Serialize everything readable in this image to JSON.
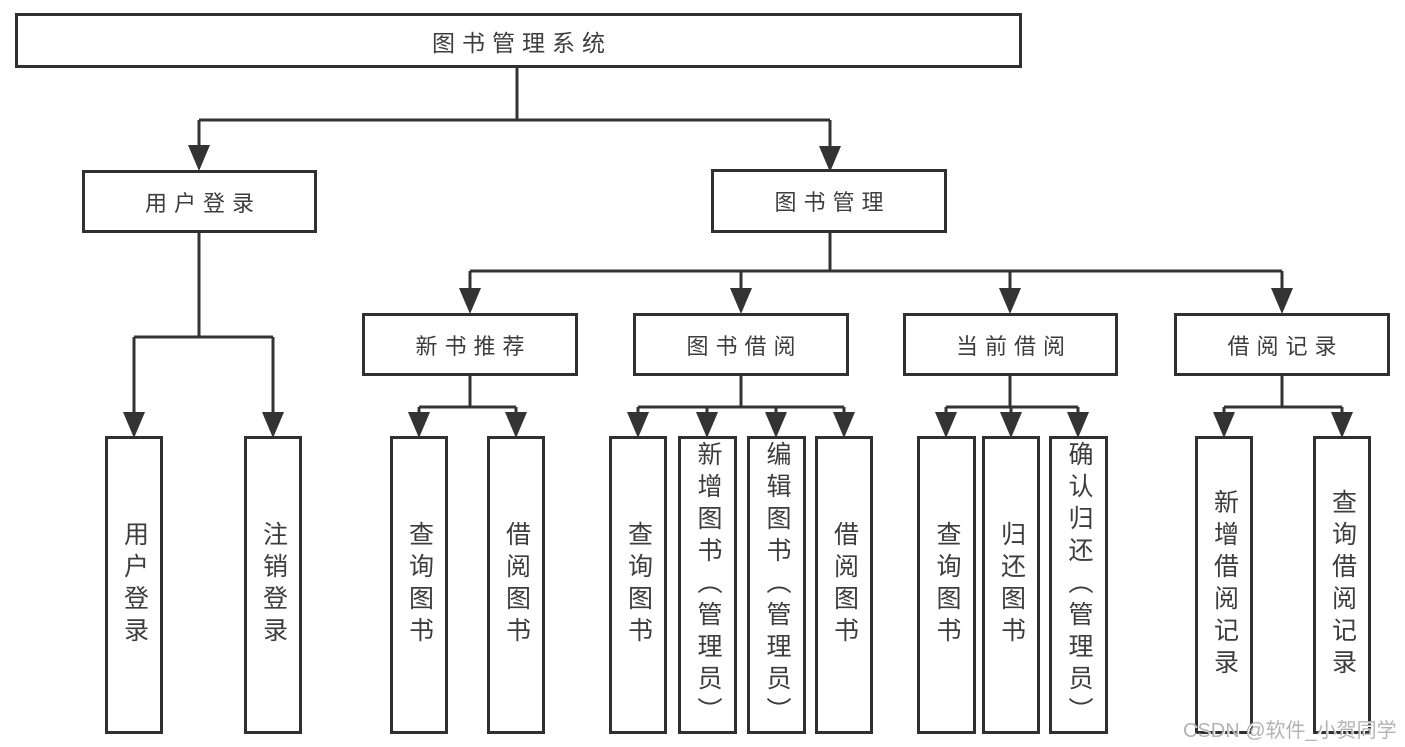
{
  "tree": {
    "label": "图书管理系统",
    "children": [
      {
        "label": "用户登录",
        "children": [
          {
            "label": "用户登录"
          },
          {
            "label": "注销登录"
          }
        ]
      },
      {
        "label": "图书管理",
        "children": [
          {
            "label": "新书推荐",
            "children": [
              {
                "label": "查询图书"
              },
              {
                "label": "借阅图书"
              }
            ]
          },
          {
            "label": "图书借阅",
            "children": [
              {
                "label": "查询图书"
              },
              {
                "label": "新增图书（管理员）"
              },
              {
                "label": "编辑图书（管理员）"
              },
              {
                "label": "借阅图书"
              }
            ]
          },
          {
            "label": "当前借阅",
            "children": [
              {
                "label": "查询图书"
              },
              {
                "label": "归还图书"
              },
              {
                "label": "确认归还（管理员）"
              }
            ]
          },
          {
            "label": "借阅记录",
            "children": [
              {
                "label": "新增借阅记录"
              },
              {
                "label": "查询借阅记录"
              }
            ]
          }
        ]
      }
    ]
  },
  "watermark": "CSDN @软件_小贺同学",
  "colors": {
    "line": "#333333",
    "border": "#303030",
    "text": "#3d3d3d",
    "watermark": "#b3b3b3",
    "background": "#ffffff"
  }
}
